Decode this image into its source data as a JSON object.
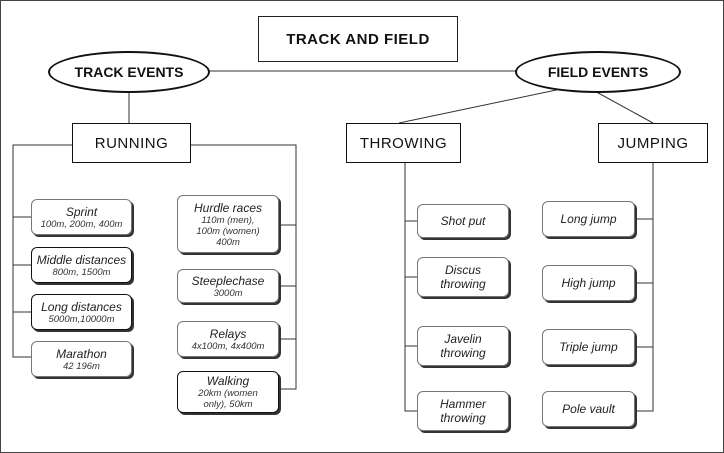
{
  "title": "TRACK AND FIELD",
  "groups": {
    "track": "TRACK EVENTS",
    "field": "FIELD EVENTS"
  },
  "categories": {
    "running": "RUNNING",
    "throwing": "THROWING",
    "jumping": "JUMPING"
  },
  "running_left": [
    {
      "name": "Sprint",
      "detail": "100m, 200m, 400m"
    },
    {
      "name": "Middle distances",
      "detail": "800m, 1500m"
    },
    {
      "name": "Long distances",
      "detail": "5000m,10000m"
    },
    {
      "name": "Marathon",
      "detail": "42 196m"
    }
  ],
  "running_right": [
    {
      "name": "Hurdle races",
      "detail1": "110m (men),",
      "detail2": "100m (women)",
      "detail3": "400m"
    },
    {
      "name": "Steeplechase",
      "detail": "3000m"
    },
    {
      "name": "Relays",
      "detail": "4x100m, 4x400m"
    },
    {
      "name": "Walking",
      "detail1": "20km (women",
      "detail2": "only), 50km"
    }
  ],
  "throwing": [
    {
      "line1": "Shot put"
    },
    {
      "line1": "Discus",
      "line2": "throwing"
    },
    {
      "line1": "Javelin",
      "line2": "throwing"
    },
    {
      "line1": "Hammer",
      "line2": "throwing"
    }
  ],
  "jumping": [
    {
      "line1": "Long jump"
    },
    {
      "line1": "High jump"
    },
    {
      "line1": "Triple jump"
    },
    {
      "line1": "Pole vault"
    }
  ]
}
